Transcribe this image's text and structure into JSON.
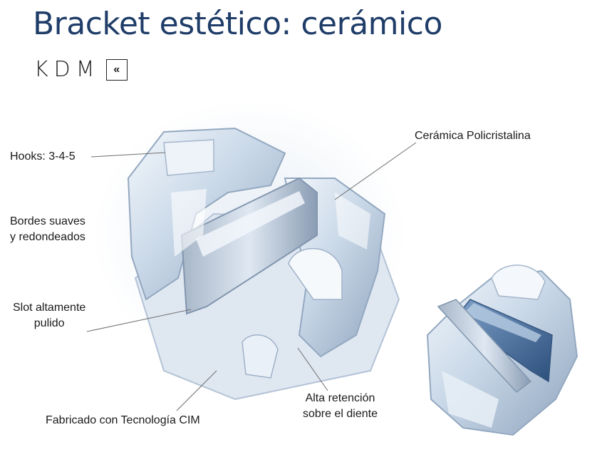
{
  "title": "Bracket estético: cerámico",
  "brand": {
    "name": "KDM",
    "mark": "«"
  },
  "labels": {
    "hooks": "Hooks: 3-4-5",
    "bordes_line1": "Bordes suaves",
    "bordes_line2": "y redondeados",
    "slot_line1": "Slot altamente",
    "slot_line2": "pulido",
    "fabricado": "Fabricado con Tecnología CIM",
    "ceramica": "Cerámica Policristalina",
    "alta_line1": "Alta retención",
    "alta_line2": "sobre el diente"
  },
  "colors": {
    "title": "#1f3d68",
    "bracket_light": "#e8f0f8",
    "bracket_mid": "#b8c9dc",
    "bracket_dark": "#7f94ad",
    "leader": "#6f6f6f"
  }
}
